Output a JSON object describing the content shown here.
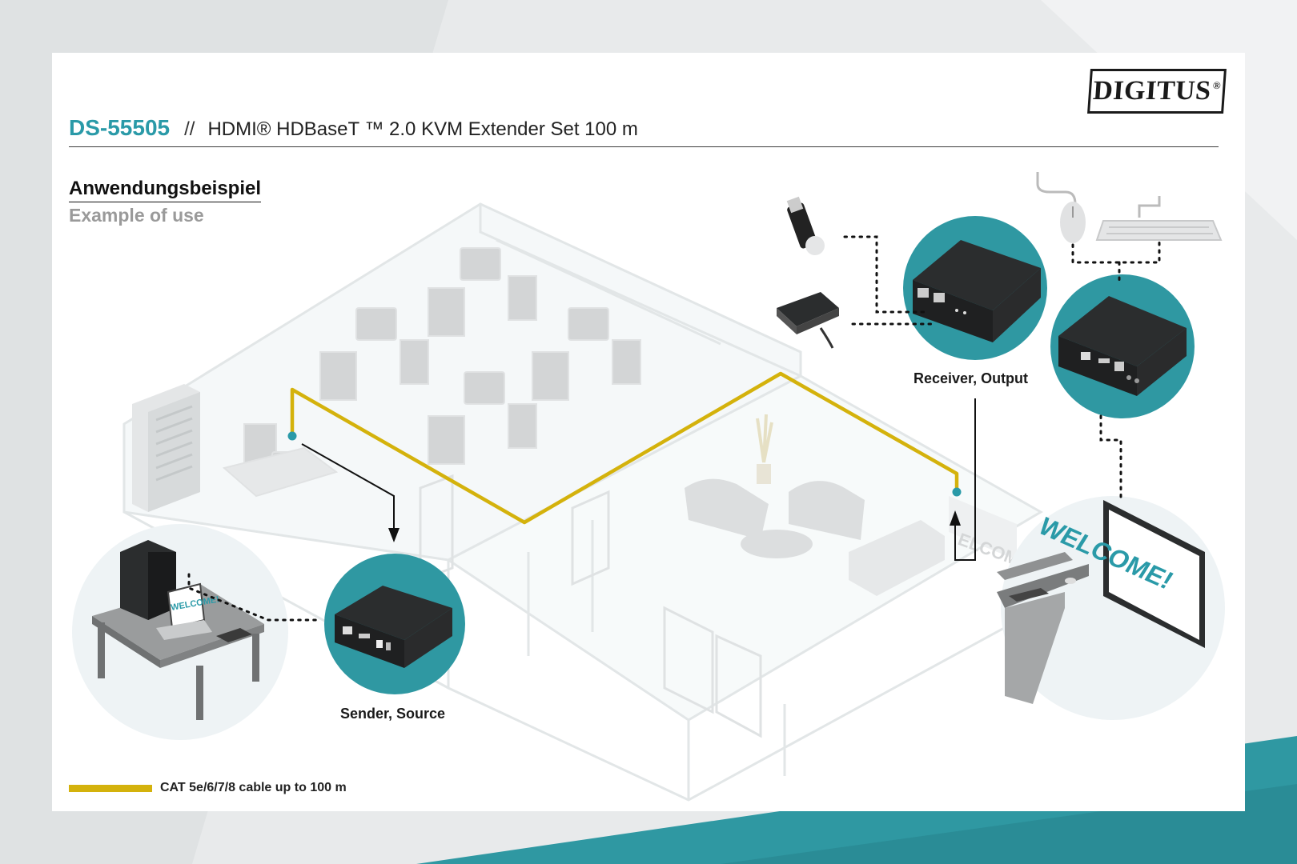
{
  "brand": {
    "logo_text": "DIGITUS",
    "registered": "®"
  },
  "header": {
    "model": "DS-55505",
    "separator": "//",
    "title": "HDMI® HDBaseT ™ 2.0 KVM Extender Set 100 m"
  },
  "section": {
    "title": "Anwendungsbeispiel",
    "subtitle": "Example of use"
  },
  "labels": {
    "sender": "Sender, Source",
    "receiver": "Receiver, Output",
    "screen_welcome": "WELCOME!"
  },
  "legend": {
    "text": "CAT 5e/6/7/8 cable up to 100 m"
  },
  "colors": {
    "accent": "#2a9aa8",
    "cable": "#d4b20c",
    "device": "#3a3a3a"
  }
}
